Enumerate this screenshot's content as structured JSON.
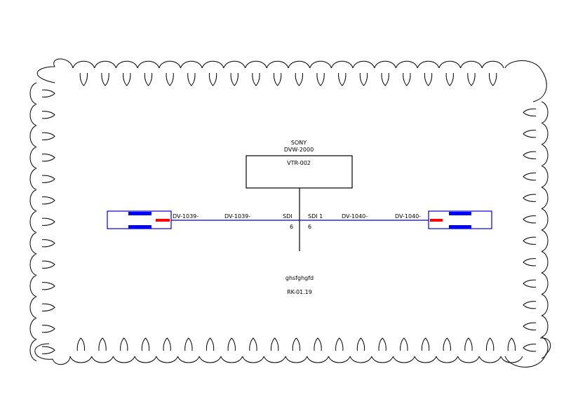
{
  "device": {
    "manufacturer": "SONY",
    "model": "DVW-2000",
    "id": "VTR-002"
  },
  "cable_labels": {
    "left_outer": "DV-1039-",
    "left_inner": "DV-1039-",
    "right_inner": "DV-1040-",
    "right_outer": "DV-1040-"
  },
  "ports": {
    "left_name": "SDI",
    "left_number": "6",
    "right_name": "SDI 1",
    "right_number": "6"
  },
  "footer": {
    "name": "ghsfghgfd",
    "rack": "RK-01.19"
  },
  "colors": {
    "line": "#000000",
    "connection": "#0000cc",
    "connector_body": "#0000ff",
    "connector_pin": "#ff0000"
  }
}
